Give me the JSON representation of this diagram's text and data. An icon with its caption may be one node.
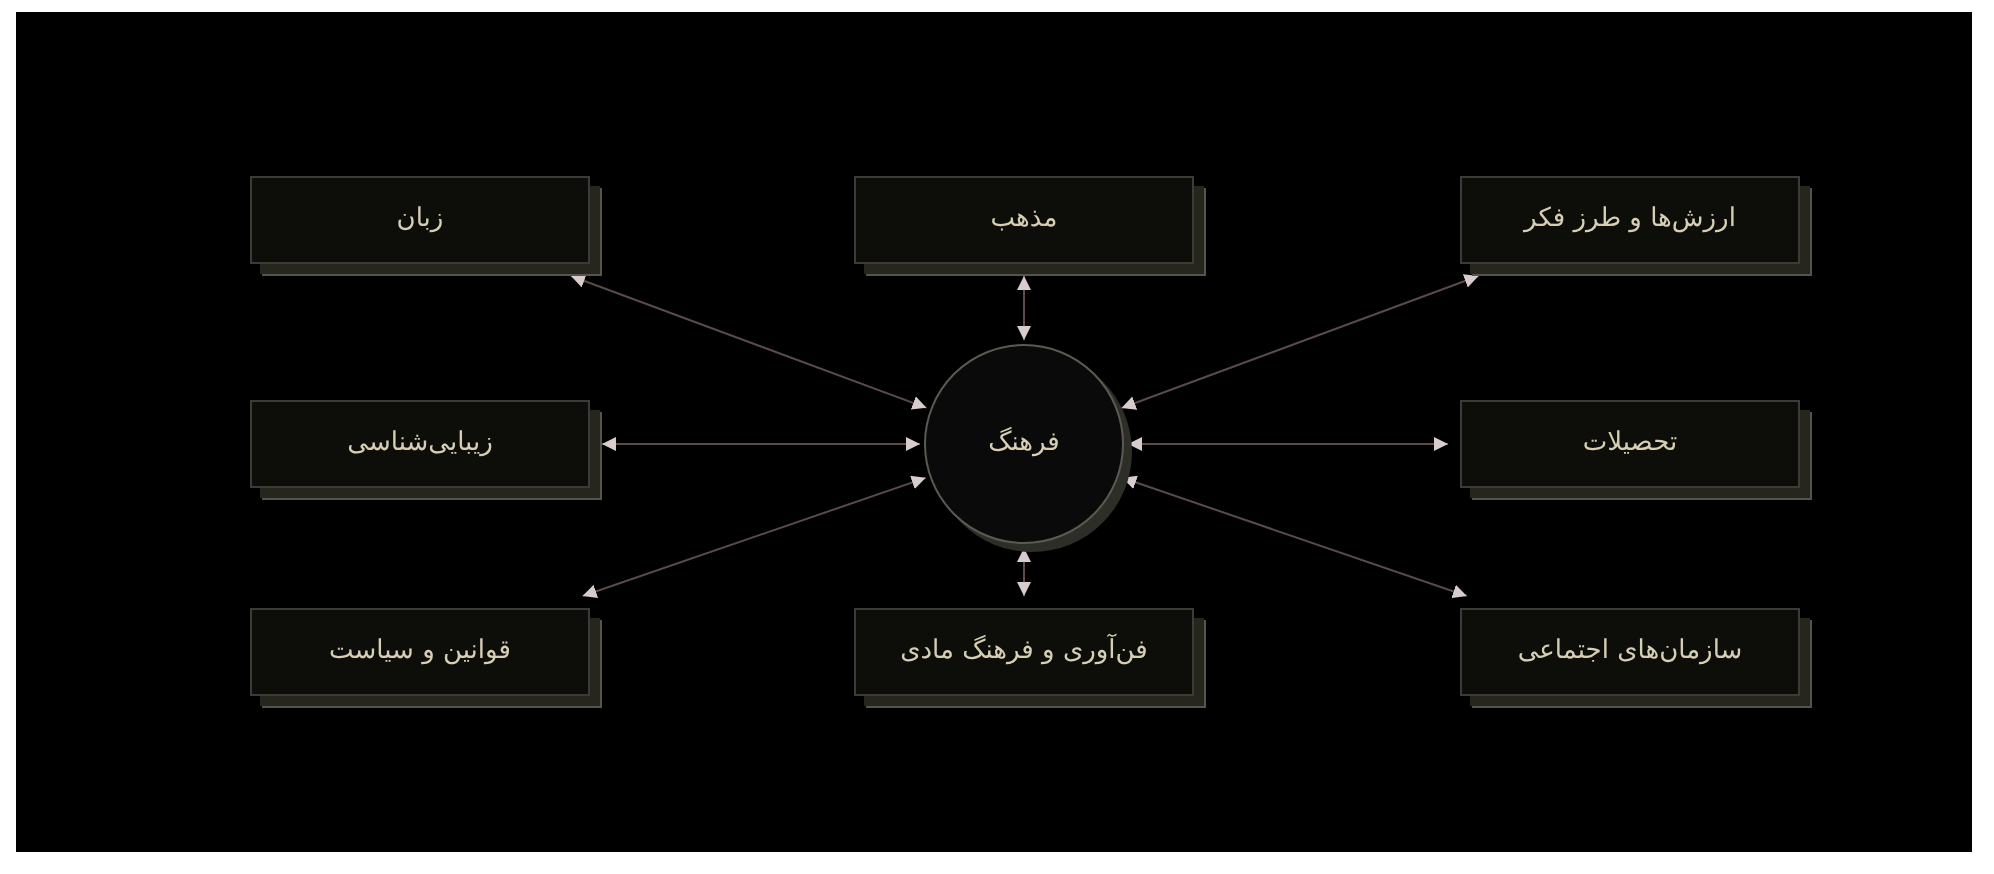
{
  "diagram": {
    "nodes": [
      {
        "text": [
          "زبان"
        ]
      },
      {
        "text": [
          "مذهب"
        ]
      },
      {
        "text": [
          "ارزش‌ها و طرز فکر"
        ]
      },
      {
        "text": [
          "زیبایی‌شناسی"
        ]
      },
      {
        "text": [
          "فرهنگ"
        ]
      },
      {
        "text": [
          "تحصیلات"
        ]
      },
      {
        "text": [
          "قوانین و سیاست"
        ]
      },
      {
        "text": [
          "فن‌آوری و فرهنگ مادی"
        ]
      },
      {
        "text": [
          "سازمان‌های اجتماعی"
        ]
      }
    ],
    "edges": [
      {
        "from": 4,
        "to": 0,
        "arrow": "both"
      },
      {
        "from": 4,
        "to": 1,
        "arrow": "both"
      },
      {
        "from": 4,
        "to": 2,
        "arrow": "both"
      },
      {
        "from": 4,
        "to": 3,
        "arrow": "both"
      },
      {
        "from": 4,
        "to": 5,
        "arrow": "both"
      },
      {
        "from": 4,
        "to": 6,
        "arrow": "both"
      },
      {
        "from": 4,
        "to": 7,
        "arrow": "both"
      },
      {
        "from": 4,
        "to": 8,
        "arrow": "both"
      }
    ]
  }
}
